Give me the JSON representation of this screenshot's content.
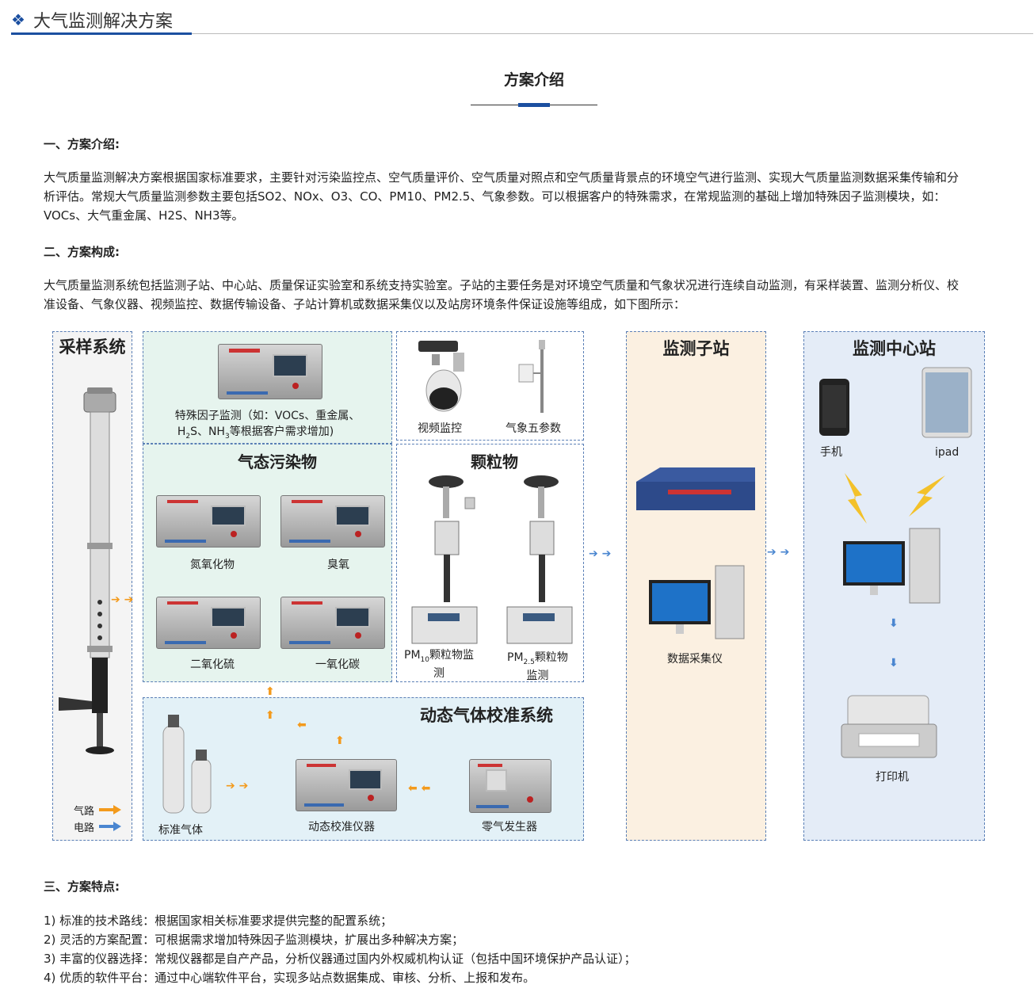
{
  "header": {
    "title": "大气监测解决方案"
  },
  "intro_title": "方案介绍",
  "sections": {
    "s1_title": "一、方案介绍:",
    "s1_p1": "大气质量监测解决方案根据国家标准要求，主要针对污染监控点、空气质量评价、空气质量对照点和空气质量背景点的环境空气进行监测、实现大气质量监测数据采集传输和分",
    "s1_p2": "析评估。常规大气质量监测参数主要包括SO2、NOx、O3、CO、PM10、PM2.5、气象参数。可以根据客户的特殊需求，在常规监测的基础上增加特殊因子监测模块，如：",
    "s1_p3": "VOCs、大气重金属、H2S、NH3等。",
    "s2_title": "二、方案构成:",
    "s2_p1": "大气质量监测系统包括监测子站、中心站、质量保证实验室和系统支持实验室。子站的主要任务是对环境空气质量和气象状况进行连续自动监测，有采样装置、监测分析仪、校",
    "s2_p2": "准设备、气象仪器、视频监控、数据传输设备、子站计算机或数据采集仪以及站房环境条件保证设施等组成，如下图所示：",
    "s3_title": "三、方案特点:",
    "features": [
      "1) 标准的技术路线：根据国家相关标准要求提供完整的配置系统；",
      "2) 灵活的方案配置：可根据需求增加特殊因子监测模块，扩展出多种解决方案；",
      "3) 丰富的仪器选择：常规仪器都是自产产品，分析仪器通过国内外权威机构认证（包括中国环境保护产品认证）；",
      "4) 优质的软件平台：通过中心端软件平台，实现多站点数据集成、审核、分析、上报和发布。"
    ]
  },
  "diagram": {
    "sampling": "采样系统",
    "special_a": "特殊因子监测（如：VOCs、重金属、",
    "special_b": "H",
    "special_b2": "2",
    "special_b3": "S、NH",
    "special_b4": "3",
    "special_b5": "等根据客户需求增加)",
    "video": "视频监控",
    "weather": "气象五参数",
    "gas_title": "气态污染物",
    "nox": "氮氧化物",
    "o3": "臭氧",
    "so2": "二氧化硫",
    "co": "一氧化碳",
    "pm_title": "颗粒物",
    "pm10_a": "PM",
    "pm10_sub": "10",
    "pm10_b": "颗粒物监",
    "pm10_c": "测",
    "pm25_a": "PM",
    "pm25_sub": "2.5",
    "pm25_b": "颗粒物",
    "pm25_c": "监测",
    "calib_title": "动态气体校准系统",
    "std_gas": "标准气体",
    "calibrator": "动态校准仪器",
    "zero_gas": "零气发生器",
    "legend_gas": "气路",
    "legend_elec": "电路",
    "substation": "监测子站",
    "dau": "数据采集仪",
    "center": "监测中心站",
    "phone": "手机",
    "ipad": "ipad",
    "printer": "打印机"
  },
  "colors": {
    "accent": "#1b4fa0",
    "gas_panel": "#e6f4ee",
    "calib_panel": "#e3f1f7",
    "sub_panel": "#fbf0e1",
    "center_panel": "#e4ecf7",
    "gas_arrow": "#f39a1c",
    "elec_arrow": "#4a86d0"
  }
}
